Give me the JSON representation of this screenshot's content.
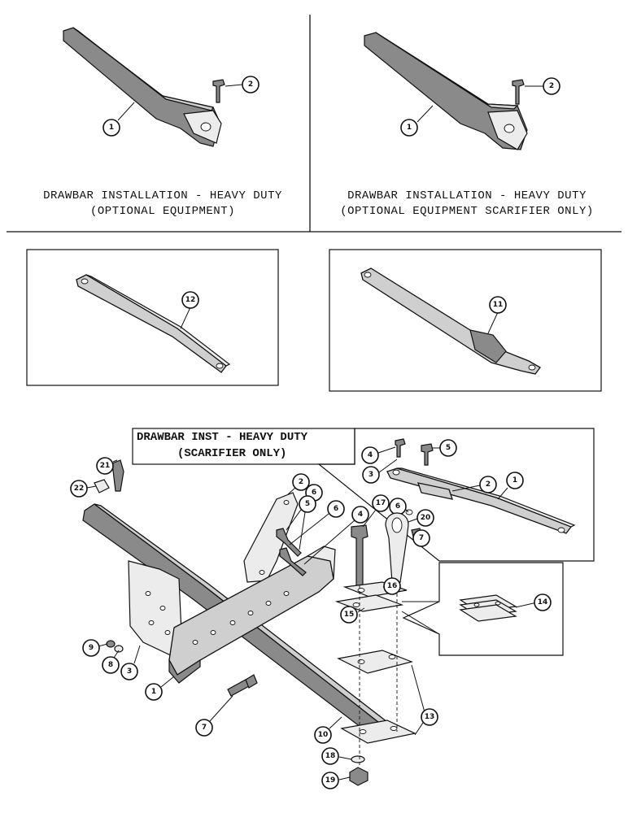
{
  "captions": {
    "top_left_line1": "DRAWBAR INSTALLATION - HEAVY DUTY",
    "top_left_line2": "(OPTIONAL EQUIPMENT)",
    "top_right_line1": "DRAWBAR INSTALLATION - HEAVY DUTY",
    "top_right_line2": "(OPTIONAL EQUIPMENT SCARIFIER ONLY)",
    "inset_title_line1": "DRAWBAR INST - HEAVY DUTY",
    "inset_title_line2": "(SCARIFIER ONLY)"
  },
  "callouts": {
    "tl_1": "1",
    "tl_2": "2",
    "tr_1": "1",
    "tr_2": "2",
    "box_12": "12",
    "box_11": "11",
    "in_4": "4",
    "in_5": "5",
    "in_3": "3",
    "in_2": "2",
    "in_1": "1",
    "in_6": "6",
    "in_7": "7",
    "m_21": "21",
    "m_22": "22",
    "m_2": "2",
    "m_6a": "6",
    "m_5": "5",
    "m_6b": "6",
    "m_4": "4",
    "m_17": "17",
    "m_20": "20",
    "m_16": "16",
    "m_15": "15",
    "m_14": "14",
    "m_9": "9",
    "m_8": "8",
    "m_3": "3",
    "m_1": "1",
    "m_7": "7",
    "m_10": "10",
    "m_13": "13",
    "m_18": "18",
    "m_19": "19"
  }
}
